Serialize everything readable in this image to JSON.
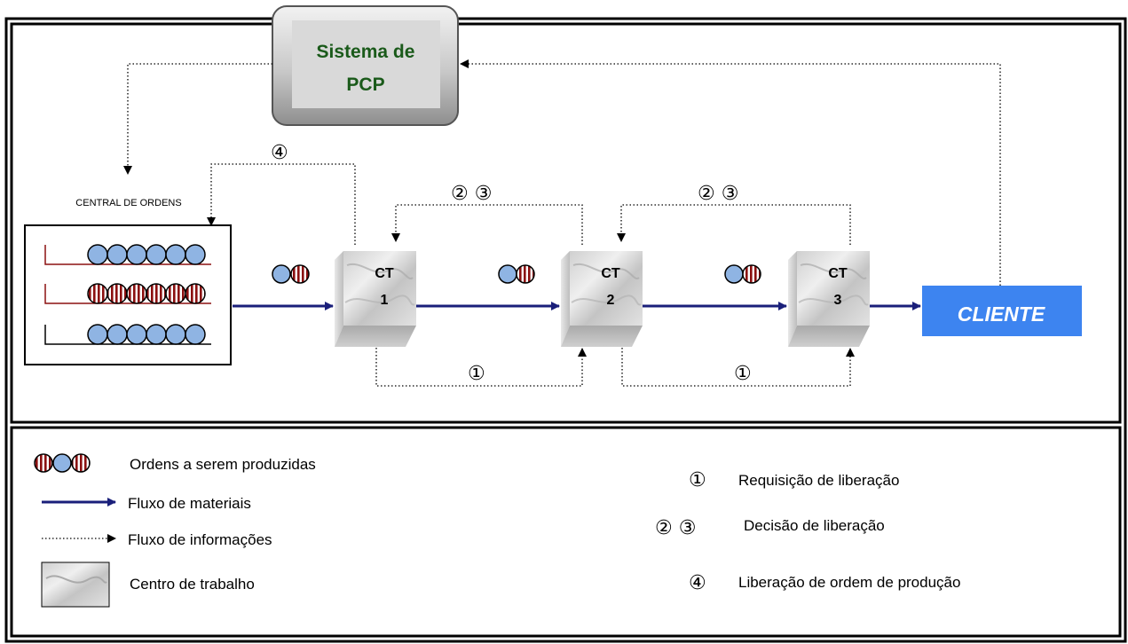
{
  "pcp_box": {
    "line1": "Sistema de",
    "line2": "PCP"
  },
  "central": {
    "label": "CENTRAL DE ORDENS"
  },
  "work_centers": [
    {
      "top": "CT",
      "bottom": "1"
    },
    {
      "top": "CT",
      "bottom": "2"
    },
    {
      "top": "CT",
      "bottom": "3"
    }
  ],
  "client": {
    "label": "CLIENTE"
  },
  "markers": {
    "four": "④",
    "two_three_a": "② ③",
    "two_three_b": "② ③",
    "one_a": "①",
    "one_b": "①"
  },
  "legend": {
    "orders": "Ordens a serem produzidas",
    "materials": "Fluxo de materiais",
    "information": "Fluxo de informações",
    "work_center": "Centro de trabalho",
    "req_symbol": "①",
    "req_label": "Requisição de liberação",
    "dec_symbol": "② ③",
    "dec_label": "Decisão de liberação",
    "lib_symbol": "④",
    "lib_label": "Liberação de ordem de produção"
  },
  "colors": {
    "material_flow": "#1a1f7a",
    "order_blue": "#8fb4e3",
    "order_red": "#8b1010",
    "client_bg": "#3d84f0",
    "pcp_text": "#1a5a1a"
  }
}
